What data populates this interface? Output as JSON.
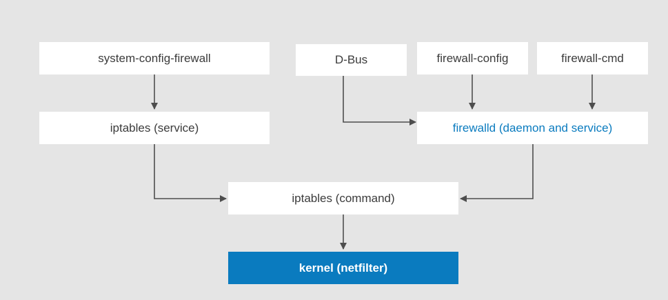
{
  "nodes": {
    "system_config_firewall": "system-config-firewall",
    "dbus": "D-Bus",
    "firewall_config": "firewall-config",
    "firewall_cmd": "firewall-cmd",
    "iptables_service": "iptables (service)",
    "firewalld": "firewalld (daemon and service)",
    "iptables_command": "iptables (command)",
    "kernel": "kernel (netfilter)"
  },
  "colors": {
    "background": "#e5e5e5",
    "box": "#ffffff",
    "text": "#3b3b3b",
    "accent": "#0a7bbf",
    "arrow": "#4d4d4d"
  }
}
